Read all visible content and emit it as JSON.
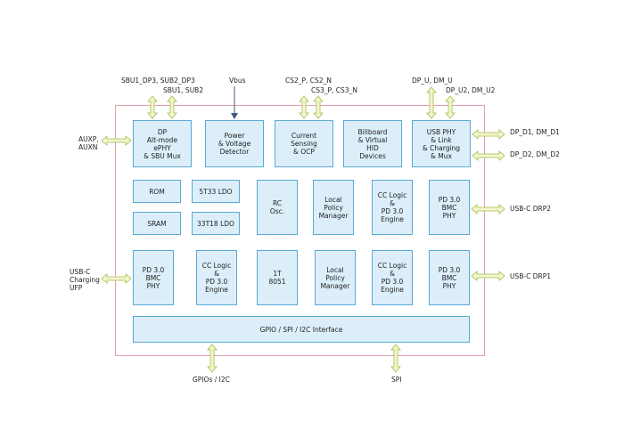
{
  "blocks": {
    "dp": "DP\nAlt-mode\nePHY\n& SBU Mux",
    "power": "Power\n& Voltage\nDetector",
    "current": "Current\nSensing\n& OCP",
    "billboard": "Billboard\n& Virtual\nHID\nDevices",
    "usbphy": "USB PHY\n& Link\n& Charging\n& Mux",
    "rom": "ROM",
    "ldo1": "5T33 LDO",
    "rc": "RC\nOsc.",
    "lpm1": "Local\nPolicy\nManager",
    "cc1": "CC Logic\n&\nPD 3.0\nEngine",
    "pd1": "PD 3.0\nBMC\nPHY",
    "sram": "SRAM",
    "ldo2": "33T18 LDO",
    "pd2": "PD 3.0\nBMC\nPHY",
    "cc2": "CC Logic\n&\nPD 3.0\nEngine",
    "mcu": "1T\n8051",
    "lpm2": "Local\nPolicy\nManager",
    "cc3": "CC Logic\n&\nPD 3.0\nEngine",
    "pd3": "PD 3.0\nBMC\nPHY",
    "gpio": "GPIO / SPI / I2C Interface"
  },
  "signals": {
    "sbu_top": "SBU1_DP3, SUB2_DP3",
    "sbu_low": "SBU1, SUB2",
    "vbus": "Vbus",
    "cs2": "CS2_P, CS2_N",
    "cs3": "CS3_P, CS3_N",
    "dpu": "DP_U, DM_U",
    "dpu2": "DP_U2, DM_U2",
    "aux": "AUXP,\nAUXN",
    "dpd1": "DP_D1, DM_D1",
    "dpd2": "DP_D2, DM_D2",
    "drp2": "USB-C DRP2",
    "ufp": "USB-C\nCharging\nUFP",
    "drp1": "USB-C DRP1",
    "gpios": "GPIOs / I2C",
    "spi": "SPI"
  },
  "colors": {
    "block_fill": "#dceef9",
    "block_border": "#5aa9d6",
    "chip_border": "#e8a0a8",
    "arrow_fill": "#f3f6cf",
    "arrow_stroke": "#a3bd4a",
    "vbus_arrow": "#3d5a7a"
  }
}
